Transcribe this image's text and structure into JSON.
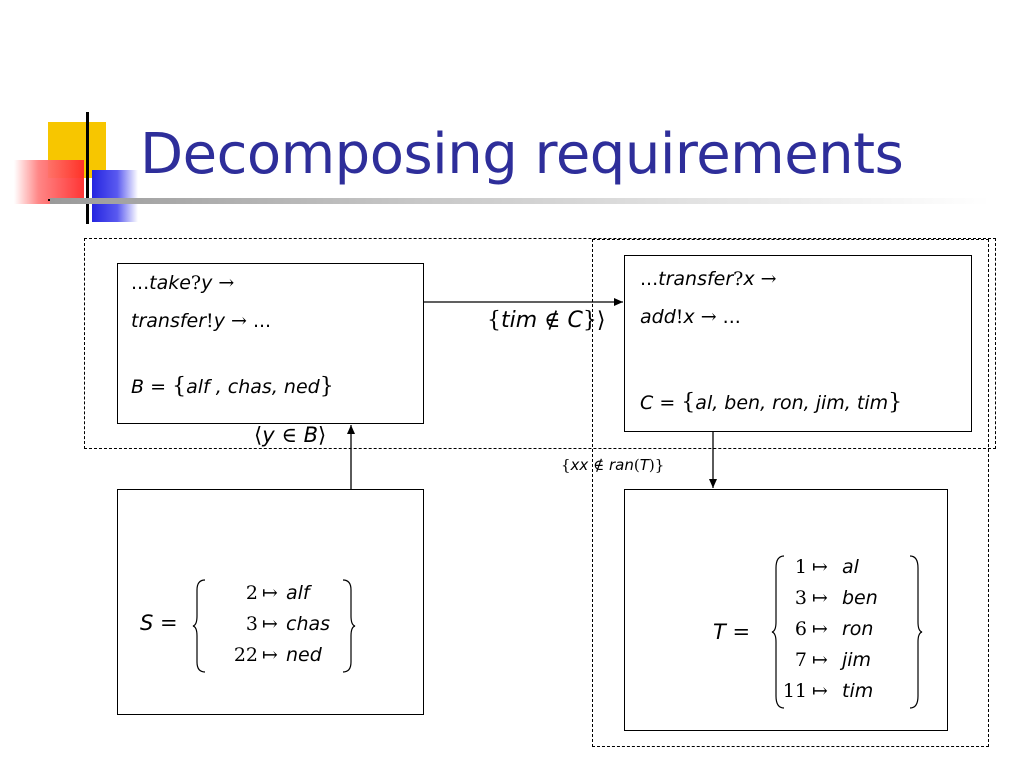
{
  "slide": {
    "title": "Decomposing requirements",
    "colors": {
      "title": "#2e2e9a",
      "logo_yellow": "#f7c600",
      "logo_red": "#ff3a3a",
      "logo_blue": "#2525e0"
    }
  },
  "box_b": {
    "line1_ell": "...",
    "line1_var": "take",
    "line1_op": "?",
    "line1_arg": "y",
    "line1_arrow": "→",
    "line2_var": "transfer",
    "line2_op": "!",
    "line2_arg": "y",
    "line2_arrow": "→",
    "line2_ell": "...",
    "set_name": "B",
    "set_eq": "=",
    "set_open": "{",
    "set_items": "alf , chas, ned",
    "set_close": "}"
  },
  "box_c": {
    "line1_ell": "...",
    "line1_var": "transfer",
    "line1_op": "?",
    "line1_arg": "x",
    "line1_arrow": "→",
    "line2_var": "add",
    "line2_op": "!",
    "line2_arg": "x",
    "line2_arrow": "→",
    "line2_ell": "...",
    "set_name": "C",
    "set_eq": "=",
    "set_open": "{",
    "set_items": "al, ben, ron, jim, tim",
    "set_close": "}"
  },
  "constraints": {
    "b_to_c": {
      "open": "{",
      "var": "tim",
      "rel": "∉",
      "set": "C",
      "close": "}⟩"
    },
    "s_to_b": {
      "open": "⟨",
      "var": "y",
      "rel": "∈",
      "set": "B",
      "close": "⟩"
    },
    "c_to_t": {
      "open": "{",
      "var": "xx",
      "rel": "∉",
      "fn": "ran",
      "lp": "(",
      "set": "T",
      "rp": ")",
      "close": "}"
    }
  },
  "box_s": {
    "name": "S",
    "eq": "=",
    "rows": [
      {
        "key": "2",
        "map": "↦",
        "val": "alf"
      },
      {
        "key": "3",
        "map": "↦",
        "val": "chas"
      },
      {
        "key": "22",
        "map": "↦",
        "val": "ned"
      }
    ]
  },
  "box_t": {
    "name": "T",
    "eq": "=",
    "rows": [
      {
        "key": "1",
        "map": "↦",
        "val": "al"
      },
      {
        "key": "3",
        "map": "↦",
        "val": "ben"
      },
      {
        "key": "6",
        "map": "↦",
        "val": "ron"
      },
      {
        "key": "7",
        "map": "↦",
        "val": "jim"
      },
      {
        "key": "11",
        "map": "↦",
        "val": "tim"
      }
    ]
  }
}
